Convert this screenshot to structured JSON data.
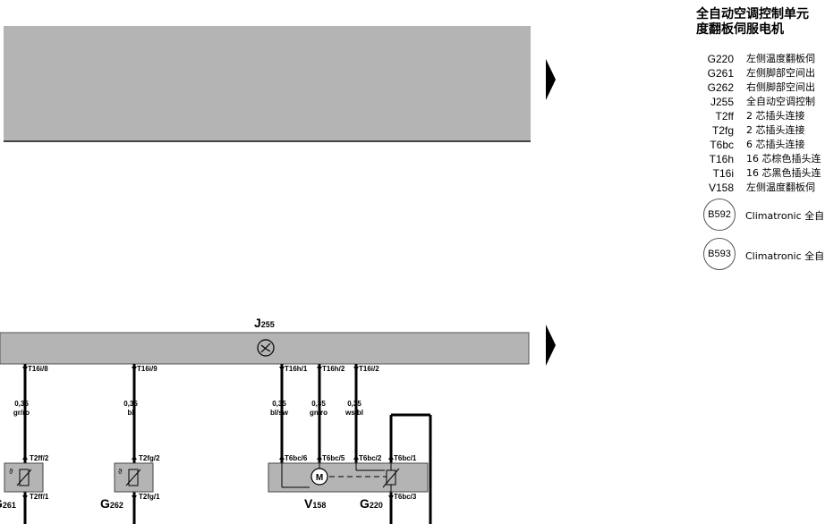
{
  "legend": {
    "title_line1": "全自动空调控制单元",
    "title_line2": "度翻板伺服电机",
    "items": [
      {
        "code": "G220",
        "desc": "左侧温度翻板伺"
      },
      {
        "code": "G261",
        "desc": "左侧脚部空间出"
      },
      {
        "code": "G262",
        "desc": "右侧脚部空间出"
      },
      {
        "code": "J255",
        "desc": "全自动空调控制"
      },
      {
        "code": "T2ff",
        "desc": "2 芯插头连接"
      },
      {
        "code": "T2fg",
        "desc": "2 芯插头连接"
      },
      {
        "code": "T6bc",
        "desc": "6 芯插头连接"
      },
      {
        "code": "T16h",
        "desc": "16 芯棕色插头连"
      },
      {
        "code": "T16i",
        "desc": "16 芯黑色插头连"
      },
      {
        "code": "V158",
        "desc": "左侧温度翻板伺"
      }
    ],
    "circles": [
      {
        "code": "B592",
        "desc": "Climatronic 全自"
      },
      {
        "code": "B593",
        "desc": "Climatronic 全自"
      }
    ]
  },
  "diagram": {
    "control_unit": {
      "label": "J",
      "sub": "255"
    },
    "pins_top": [
      "T16i/8",
      "T16i/9",
      "T16h/1",
      "T16h/2",
      "T16i/2"
    ],
    "wires": [
      {
        "size": "0,35",
        "color": "gr/ro"
      },
      {
        "size": "0,35",
        "color": "bl"
      },
      {
        "size": "0,35",
        "color": "bl/sw"
      },
      {
        "size": "0,35",
        "color": "gn/ro"
      },
      {
        "size": "0,35",
        "color": "ws/bl"
      }
    ],
    "connectors": [
      "T2ff/2",
      "T2ff/1",
      "T2fg/2",
      "T2fg/1",
      "T6bc/6",
      "T6bc/5",
      "T6bc/2",
      "T6bc/1",
      "T6bc/3"
    ],
    "components": [
      {
        "label": "G",
        "sub": "261"
      },
      {
        "label": "G",
        "sub": "262"
      },
      {
        "label": "V",
        "sub": "158"
      },
      {
        "label": "G",
        "sub": "220"
      }
    ],
    "motor_symbol": "M"
  }
}
